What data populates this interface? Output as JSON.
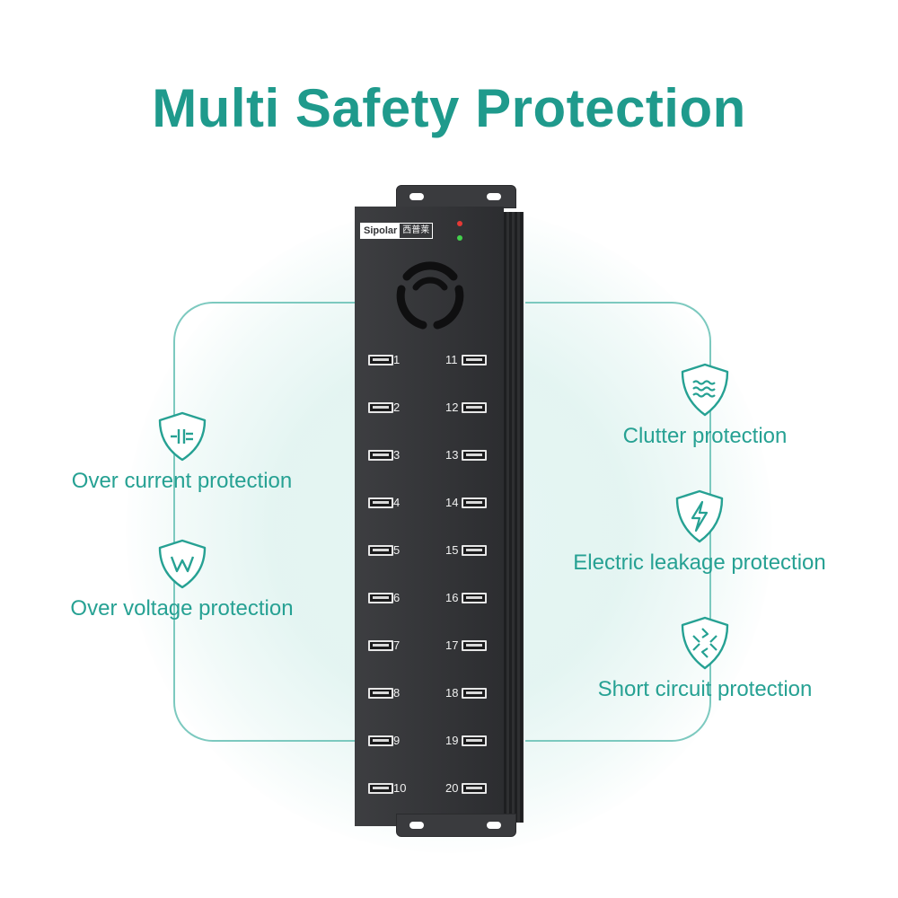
{
  "headline": "Multi Safety Protection",
  "brand": {
    "name_latin": "Sipolar",
    "name_cn": "西普莱"
  },
  "colors": {
    "accent": "#1f9a8c",
    "frame": "#7cc9bf",
    "device": "#333437",
    "led_red": "#e53935",
    "led_green": "#43d04c"
  },
  "features_left": [
    {
      "label": "Over current protection",
      "icon": "current-shield-icon"
    },
    {
      "label": "Over voltage protection",
      "icon": "voltage-shield-icon"
    }
  ],
  "features_right": [
    {
      "label": "Clutter protection",
      "icon": "waves-shield-icon"
    },
    {
      "label": "Electric leakage protection",
      "icon": "lightning-shield-icon"
    },
    {
      "label": "Short circuit protection",
      "icon": "short-circuit-shield-icon"
    }
  ],
  "ports_left": [
    "1",
    "2",
    "3",
    "4",
    "5",
    "6",
    "7",
    "8",
    "9",
    "10"
  ],
  "ports_right": [
    "11",
    "12",
    "13",
    "14",
    "15",
    "16",
    "17",
    "18",
    "19",
    "20"
  ]
}
